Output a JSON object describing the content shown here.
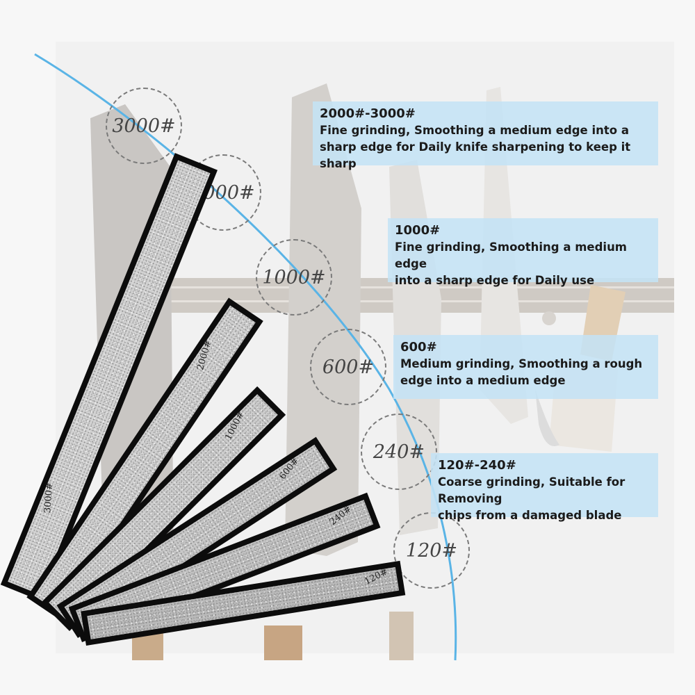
{
  "colors": {
    "curve": "#5ab4e6",
    "panel": "#c4e2f5",
    "stone_frame": "#0c0c0c"
  },
  "discs": [
    {
      "label": "3000#"
    },
    {
      "label": "2000#"
    },
    {
      "label": "1000#"
    },
    {
      "label": "600#"
    },
    {
      "label": "240#"
    },
    {
      "label": "120#"
    }
  ],
  "panels": [
    {
      "title": "2000#-3000#",
      "lines": [
        "Fine grinding, Smoothing a medium edge into a",
        "sharp edge for Daily knife sharpening to keep it sharp"
      ]
    },
    {
      "title": "1000#",
      "lines": [
        "Fine grinding, Smoothing a medium edge",
        "into a sharp edge for Daily use"
      ]
    },
    {
      "title": "600#",
      "lines": [
        "Medium grinding, Smoothing a rough",
        "edge into a medium edge"
      ]
    },
    {
      "title": "120#-240#",
      "lines": [
        "Coarse grinding, Suitable for Removing",
        "chips from a damaged blade"
      ]
    }
  ],
  "stones": [
    {
      "label": "3000#"
    },
    {
      "label": "2000#"
    },
    {
      "label": "1000#"
    },
    {
      "label": "600#"
    },
    {
      "label": "240#"
    },
    {
      "label": "120#"
    }
  ]
}
